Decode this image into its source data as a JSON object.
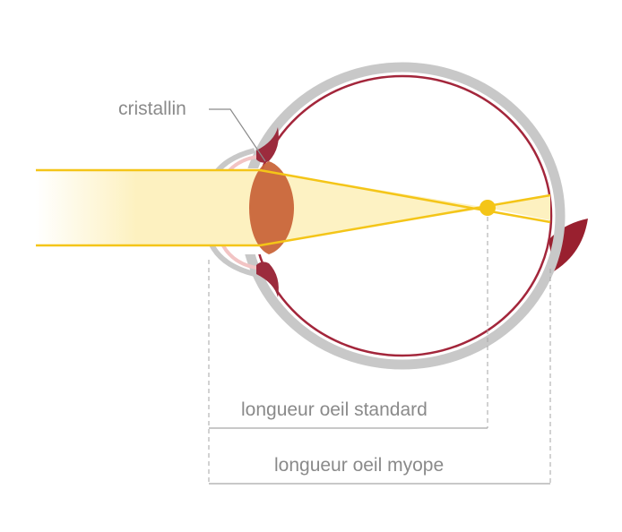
{
  "labels": {
    "lens": "cristallin",
    "standard_length": "longueur oeil standard",
    "myopic_length": "longueur oeil myope"
  },
  "colors": {
    "background": "#ffffff",
    "sclera": "#c8c8c8",
    "choroid": "#a3263b",
    "iris": "#9c2b3d",
    "cornea": "#f2c4c4",
    "lens": "#c9653a",
    "light_beam": "#fdf1c0",
    "light_rays": "#f4c518",
    "focal_point": "#f4c518",
    "optic_nerve": "#99202f",
    "guide_lines": "#a6a6a6",
    "label_text": "#8a8a8a"
  }
}
